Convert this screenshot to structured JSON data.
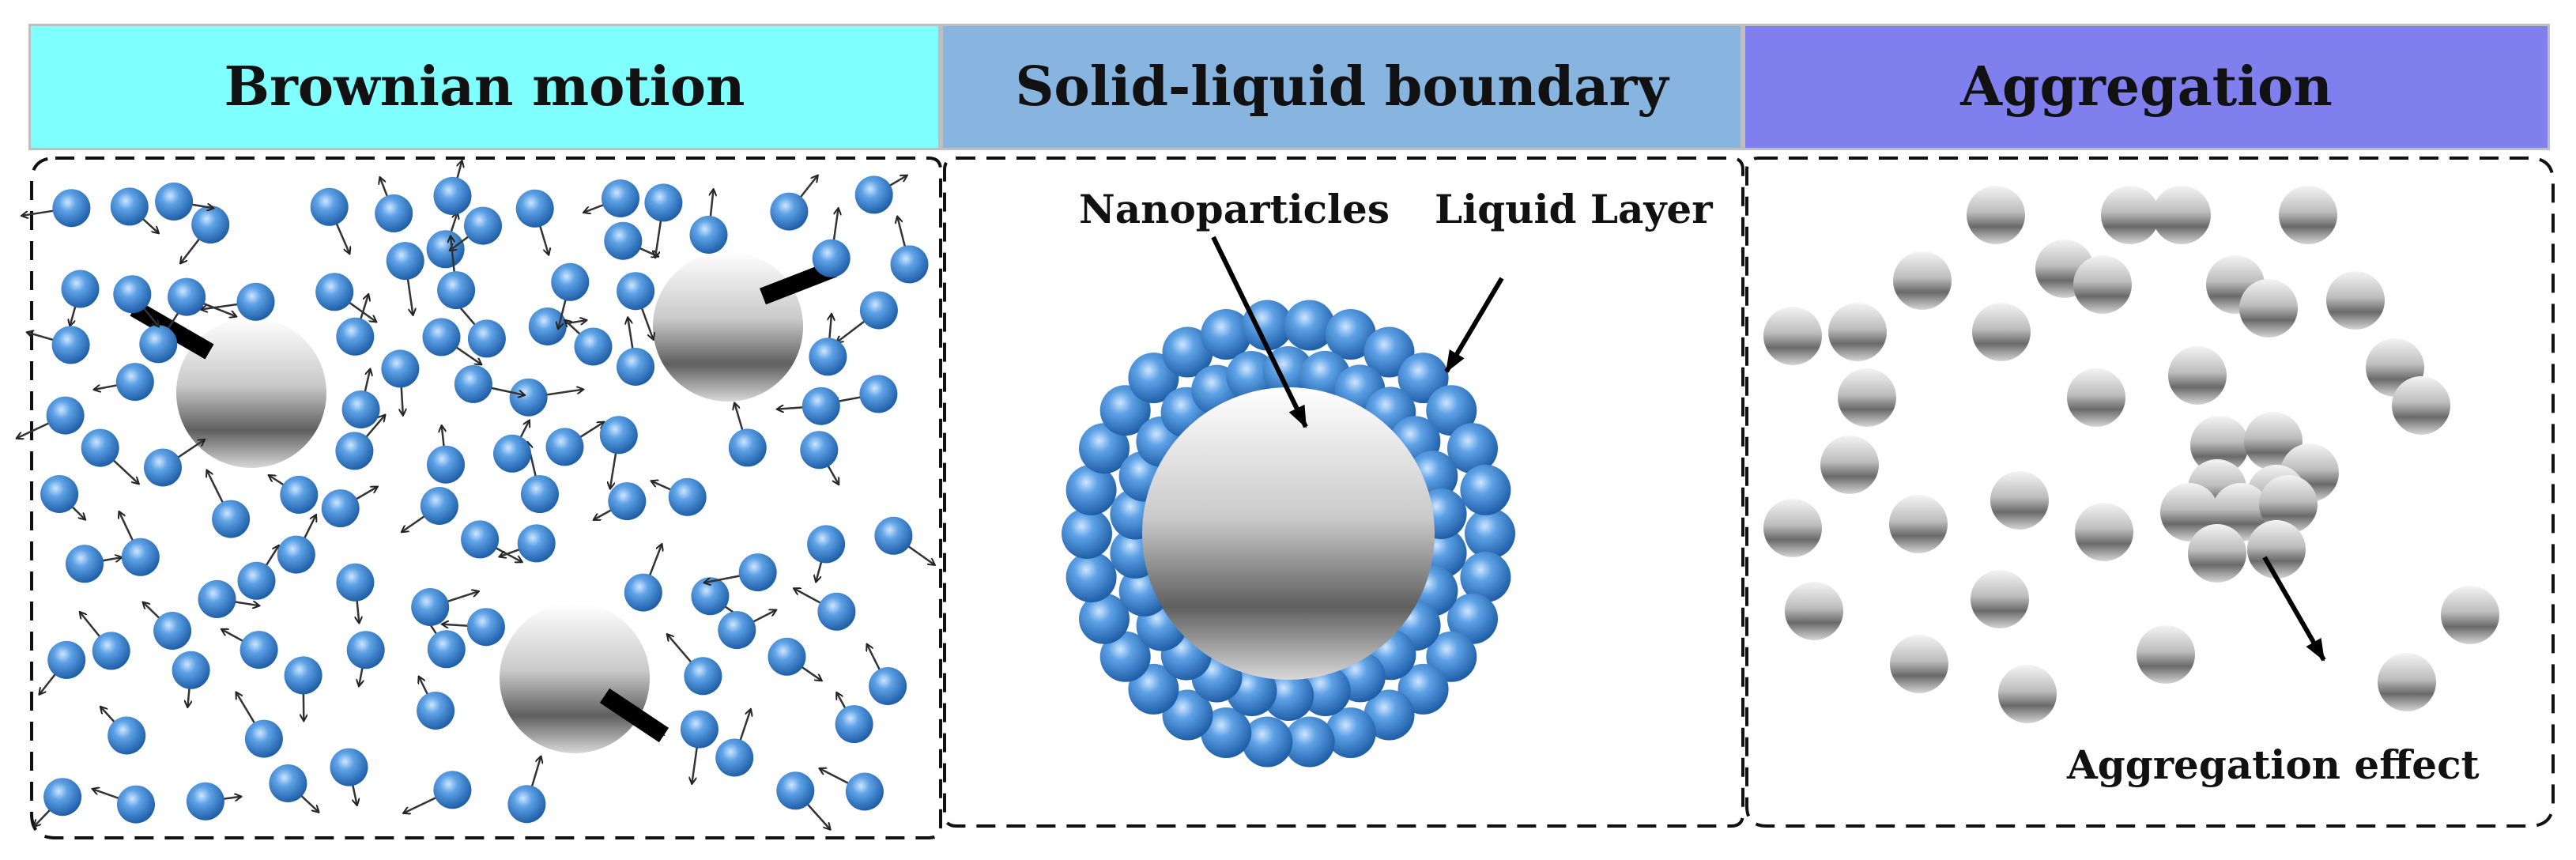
{
  "panels": [
    {
      "title": "Brownian motion",
      "color": "#80ffff"
    },
    {
      "title": "Solid-liquid boundary",
      "color": "#87b5e0"
    },
    {
      "title": "Aggregation",
      "color": "#7f80ee"
    }
  ],
  "labels": {
    "nanoparticles": "Nanoparticles",
    "liquid_layer": "Liquid Layer",
    "aggregation_effect": "Aggregation effect"
  },
  "colors": {
    "nanoparticle_blue": "#4a90d8",
    "large_particle_gray": "#8a8a8a",
    "arrow": "#000000"
  }
}
